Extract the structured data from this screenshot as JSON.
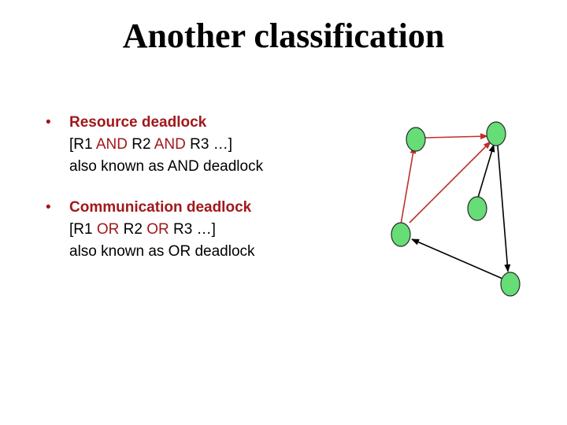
{
  "title": "Another classification",
  "bullets": [
    {
      "marker": "•",
      "heading": "Resource deadlock",
      "line1": {
        "a": "[R1 ",
        "op1": "AND",
        "b": " R2 ",
        "op2": "AND",
        "c": " R3 …]"
      },
      "line2": "also known as AND deadlock"
    },
    {
      "marker": "•",
      "heading": "Communication deadlock",
      "line1": {
        "a": "[R1 ",
        "op1": "OR",
        "b": " R2 ",
        "op2": "OR",
        "c": " R3 …]"
      },
      "line2": "also known as OR deadlock"
    }
  ],
  "colors": {
    "node_fill": "#66dd77",
    "node_stroke": "#2a2a2a",
    "accent_red": "#a0181b",
    "edge_red": "#c0302a",
    "edge_black": "#000000"
  }
}
